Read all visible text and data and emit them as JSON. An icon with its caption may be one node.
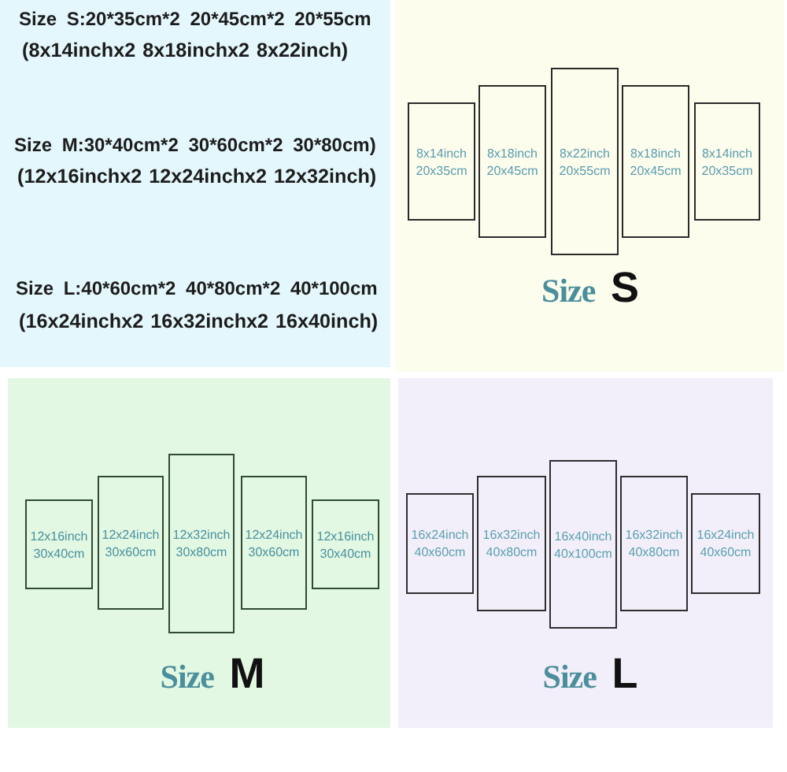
{
  "diagram": {
    "nodes": [
      {
        "text": [
          "Size S:20*35cm*2 20*45cm*2 20*55cm",
          "(8x14inchx2 8x18inchx2 8x22inch)",
          "Size M:30*40cm*2 30*60cm*2 30*80cm)",
          "(12x16inchx2 12x24inchx2 12x32inch)",
          "Size L:40*60cm*2 40*80cm*2 40*100cm",
          "(16x24inchx2 16x32inchx2 16x40inch)"
        ]
      },
      {
        "text": [
          "Size **S**"
        ]
      },
      {
        "text": [
          "8x14inch 20x35cm"
        ],
        "in": 1
      },
      {
        "text": [
          "8x18inch 20x45cm"
        ],
        "in": 1
      },
      {
        "text": [
          "8x22inch 20x55cm"
        ],
        "in": 1
      },
      {
        "text": [
          "8x18inch 20x45cm"
        ],
        "in": 1
      },
      {
        "text": [
          "8x14inch 20x35cm"
        ],
        "in": 1
      },
      {
        "text": [
          "Size **M**"
        ]
      },
      {
        "text": [
          "12x16inch 30x40cm"
        ],
        "in": 7
      },
      {
        "text": [
          "12x24inch 30x60cm"
        ],
        "in": 7
      },
      {
        "text": [
          "12x32inch 30x80cm"
        ],
        "in": 7
      },
      {
        "text": [
          "12x24inch 30x60cm"
        ],
        "in": 7
      },
      {
        "text": [
          "12x16inch 30x40cm"
        ],
        "in": 7
      },
      {
        "text": [
          "Size **L**"
        ]
      },
      {
        "text": [
          "16x24inch 40x60cm"
        ],
        "in": 13
      },
      {
        "text": [
          "16x32inch 40x80cm"
        ],
        "in": 13
      },
      {
        "text": [
          "16x40inch 40x100cm"
        ],
        "in": 13
      },
      {
        "text": [
          "16x32inch 40x80cm"
        ],
        "in": 13
      },
      {
        "text": [
          "16x24inch 40x60cm"
        ],
        "in": 13
      }
    ]
  }
}
